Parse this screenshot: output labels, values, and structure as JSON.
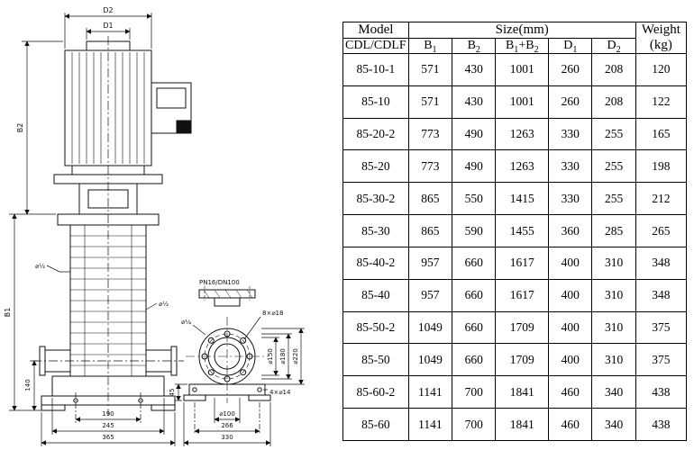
{
  "drawing": {
    "dim_d2": "D2",
    "dim_d1": "D1",
    "dim_b2": "B2",
    "dim_b1": "B1",
    "dim_140": "140",
    "dim_190": "190",
    "dim_245": "245",
    "dim_365": "365",
    "plug_left": "⌀½",
    "plug_right": "⌀½",
    "flange": {
      "title": "PN16/DN100",
      "bolt_note": "8×⌀18",
      "plug": "⌀¼",
      "dim_45": "45",
      "dia_150": "⌀150",
      "dia_180": "⌀180",
      "dia_220": "⌀220",
      "base_holes": "4×⌀14",
      "dia_100": "⌀100",
      "dim_266": "266",
      "dim_330": "330"
    }
  },
  "table": {
    "header": {
      "model": "Model",
      "model_sub": "CDL/CDLF",
      "size": "Size(mm)",
      "weight_line1": "Weight",
      "weight_line2": "(kg)",
      "cols": [
        {
          "pre": "B",
          "sub1": "1"
        },
        {
          "pre": "B",
          "sub1": "2"
        },
        {
          "pre": "B",
          "sub1": "1",
          "mid": "+B",
          "sub2": "2"
        },
        {
          "pre": "D",
          "sub1": "1"
        },
        {
          "pre": "D",
          "sub1": "2"
        }
      ]
    },
    "rows": [
      [
        "85-10-1",
        "571",
        "430",
        "1001",
        "260",
        "208",
        "120"
      ],
      [
        "85-10",
        "571",
        "430",
        "1001",
        "260",
        "208",
        "122"
      ],
      [
        "85-20-2",
        "773",
        "490",
        "1263",
        "330",
        "255",
        "165"
      ],
      [
        "85-20",
        "773",
        "490",
        "1263",
        "330",
        "255",
        "198"
      ],
      [
        "85-30-2",
        "865",
        "550",
        "1415",
        "330",
        "255",
        "212"
      ],
      [
        "85-30",
        "865",
        "590",
        "1455",
        "360",
        "285",
        "265"
      ],
      [
        "85-40-2",
        "957",
        "660",
        "1617",
        "400",
        "310",
        "348"
      ],
      [
        "85-40",
        "957",
        "660",
        "1617",
        "400",
        "310",
        "348"
      ],
      [
        "85-50-2",
        "1049",
        "660",
        "1709",
        "400",
        "310",
        "375"
      ],
      [
        "85-50",
        "1049",
        "660",
        "1709",
        "400",
        "310",
        "375"
      ],
      [
        "85-60-2",
        "1141",
        "700",
        "1841",
        "460",
        "340",
        "438"
      ],
      [
        "85-60",
        "1141",
        "700",
        "1841",
        "460",
        "340",
        "438"
      ]
    ]
  }
}
